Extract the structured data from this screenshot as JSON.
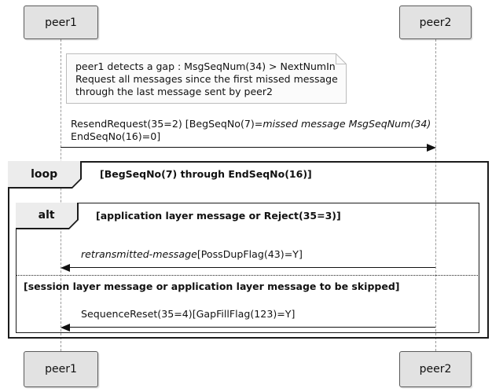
{
  "diagram": {
    "participants": {
      "peer1": "peer1",
      "peer2": "peer2"
    },
    "note": {
      "lines": [
        "peer1 detects a gap :  MsgSeqNum(34) > NextNumIn",
        "Request all messages since the first missed message",
        "through the last message sent by peer2"
      ]
    },
    "messages": {
      "resend_request": {
        "line1_normal": "ResendRequest(35=2) [BegSeqNo(7)=",
        "line1_italic": "missed message MsgSeqNum(34)",
        "line2": "EndSeqNo(16)=0]"
      },
      "retransmitted": {
        "name_italic": "retransmitted-message",
        "params": "[PossDupFlag(43)=Y]"
      },
      "sequence_reset": {
        "text": "SequenceReset(35=4)[GapFillFlag(123)=Y]"
      }
    },
    "frames": {
      "loop": {
        "label": "loop",
        "condition": "[BegSeqNo(7) through EndSeqNo(16)]"
      },
      "alt": {
        "label": "alt",
        "condition": "[application layer message or Reject(35=3)]",
        "divider_label": "[session layer message or application layer message to be skipped]"
      }
    },
    "colors": {
      "participant_fill": "#e2e2e2",
      "participant_border": "#5a5a5a",
      "note_fill": "#fbfbfb",
      "note_border": "#bcbcbc",
      "frame_border": "#1b1b1b",
      "frame_header_fill": "#ececec",
      "lifeline": "#9a9a9a",
      "text": "#111111"
    }
  }
}
